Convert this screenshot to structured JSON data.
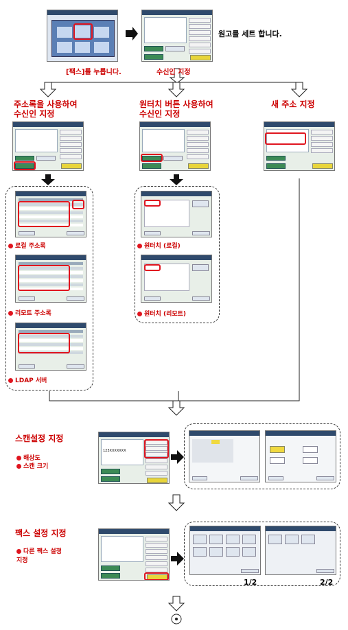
{
  "step1": {
    "left_caption": "[팩스]를 누릅니다.",
    "right_caption": "수신인 지정",
    "side_note": "원고를 세트 합니다."
  },
  "branches": {
    "addressbook": "주소록을 사용하여\n수신인 지정",
    "onetouch": "원터치 버튼 사용하여\n수신인 지정",
    "newaddress": "새 주소 지정"
  },
  "address_types": [
    {
      "label": "로컬 주소록"
    },
    {
      "label": "리모트 주소록"
    },
    {
      "label": "LDAP 서버"
    }
  ],
  "onetouch_types": [
    {
      "label": "원터치 (로컬)"
    },
    {
      "label": "원터치 (리모트)"
    }
  ],
  "scan": {
    "title": "스캔설정 지정",
    "items": [
      "해상도",
      "스캔 크기"
    ]
  },
  "fax": {
    "title": "팩스 설정 지정",
    "items": [
      "다른 팩스 설정\n지정"
    ],
    "pages": [
      "1/2",
      "2/2"
    ]
  },
  "screen_number": "123XXXXXXX",
  "colors": {
    "accent": "#e0141e",
    "panel": "#3c8a55",
    "titlebar": "#2f4a6c"
  }
}
